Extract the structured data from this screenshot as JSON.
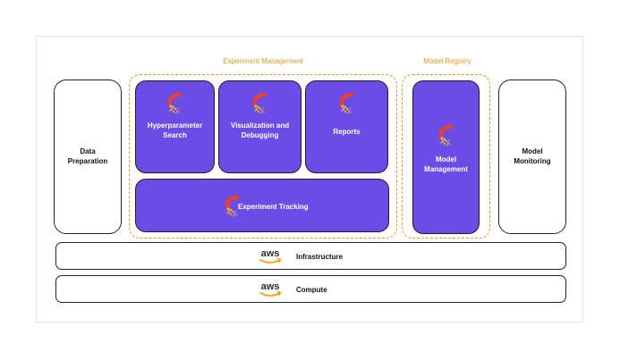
{
  "groups": {
    "experiment_management": "Experiment Management",
    "model_registry": "Model Registry"
  },
  "boxes": {
    "data_preparation": "Data\nPreparation",
    "hyperparameter_search": "Hyperparameter\nSearch",
    "visualization": "Visualization and\nDebugging",
    "reports": "Reports",
    "experiment_tracking": "Experiment Tracking",
    "model_management": "Model\nManagement",
    "model_monitoring": "Model\nMonitoring"
  },
  "bars": {
    "infrastructure": "Infrastructure",
    "compute": "Compute",
    "aws_logo": "aws"
  },
  "colors": {
    "accent_orange": "#e8962e",
    "box_purple": "#6c4ce6",
    "wandb_logo_red": "#e8402e",
    "wandb_logo_yellow": "#f5b82e",
    "aws_orange": "#ff9900",
    "aws_text": "#232f3e"
  },
  "icons": {
    "wandb": "weights-and-biases-logo",
    "aws": "aws-logo"
  }
}
